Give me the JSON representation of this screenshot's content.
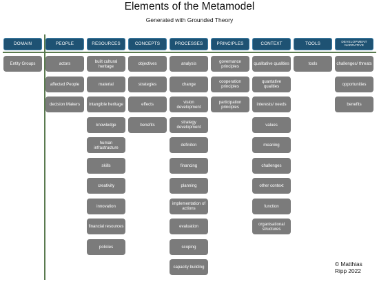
{
  "title": "Elements of the Metamodel",
  "subtitle": "Generated with Grounded Theory",
  "copyright": [
    "© Matthias",
    "Ripp 2022"
  ],
  "colors": {
    "header_fill": "#1e5273",
    "header_border": "#3e7ea6",
    "item_fill": "#7b7b7b",
    "divider": "#5a7a4f"
  },
  "columns": [
    {
      "key": "domain",
      "header": "DOMAIN",
      "items": [
        "Entity Groups"
      ]
    },
    {
      "key": "people",
      "header": "PEOPLE",
      "items": [
        "actors",
        "affected People",
        "decision Makers"
      ]
    },
    {
      "key": "resources",
      "header": "RESOURCES",
      "items": [
        "built cultural heritage",
        "material",
        "intangible heritage",
        "knowledge",
        "human infrastructure",
        "skills",
        "creativity",
        "innovation",
        "financial resources",
        "policies"
      ]
    },
    {
      "key": "concepts",
      "header": "CONCEPTS",
      "items": [
        "objectives",
        "strategies",
        "effects",
        "benefits"
      ]
    },
    {
      "key": "processes",
      "header": "PROCESSES",
      "items": [
        "analysis",
        "change",
        "vision development",
        "strategy development",
        "definiton",
        "financing",
        "planning",
        "implementation of actions",
        "evaluation",
        "scoping",
        "capacity building"
      ]
    },
    {
      "key": "principles",
      "header": "PRINCIPLES",
      "items": [
        "governance principles",
        "cooperation principles",
        "participation principles"
      ]
    },
    {
      "key": "context",
      "header": "CONTEXT",
      "items": [
        "qualitative qualities",
        "quantative qualities",
        "interests/ needs",
        "values",
        "meaning",
        "challenges",
        "other context",
        "function",
        "organisational structures"
      ]
    },
    {
      "key": "tools",
      "header": "TOOLS",
      "items": [
        "tools"
      ]
    },
    {
      "key": "development_narrative",
      "header": "DEVELOPMENT NARRATIVE",
      "items": [
        "challenges/ threats",
        "opportunities",
        "benefits"
      ]
    }
  ]
}
